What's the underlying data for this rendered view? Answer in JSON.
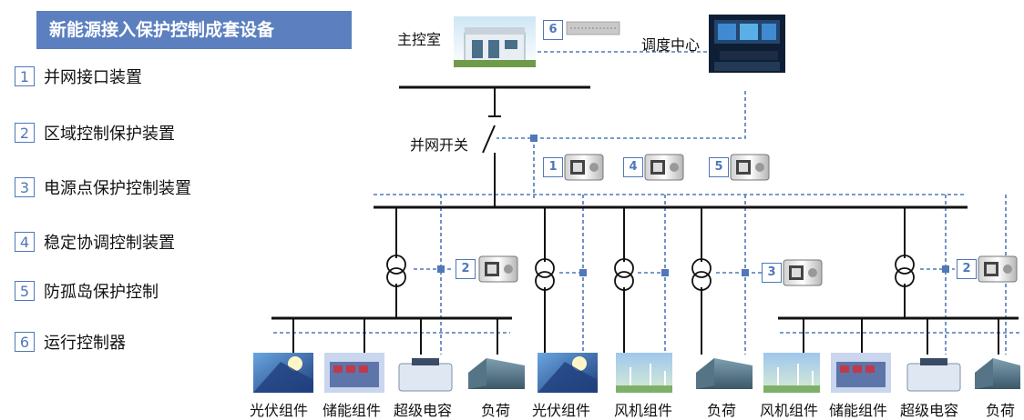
{
  "title": "新能源接入保护控制成套设备",
  "legend": [
    {
      "num": "1",
      "text": "并网接口装置"
    },
    {
      "num": "2",
      "text": "区域控制保护装置"
    },
    {
      "num": "3",
      "text": "电源点保护控制装置"
    },
    {
      "num": "4",
      "text": "稳定协调控制装置"
    },
    {
      "num": "5",
      "text": "防孤岛保护控制"
    },
    {
      "num": "6",
      "text": "运行控制器"
    }
  ],
  "top": {
    "main_control_room": "主控室",
    "dispatch_center": "调度中心",
    "grid_switch": "并网开关",
    "controller_tag": "6"
  },
  "device_tags": {
    "t1": "1",
    "t4": "4",
    "t5": "5",
    "t2a": "2",
    "t2b": "2",
    "t3": "3"
  },
  "bottom_labels": [
    "光伏组件",
    "储能组件",
    "超级电容",
    "负荷",
    "光伏组件",
    "风机组件",
    "负荷",
    "风机组件",
    "储能组件",
    "超级电容",
    "负荷"
  ],
  "colors": {
    "title_bg": "#5b7fbf",
    "accent": "#4f78b8",
    "dashed_line": "#4f78b8",
    "bus": "#111111"
  }
}
